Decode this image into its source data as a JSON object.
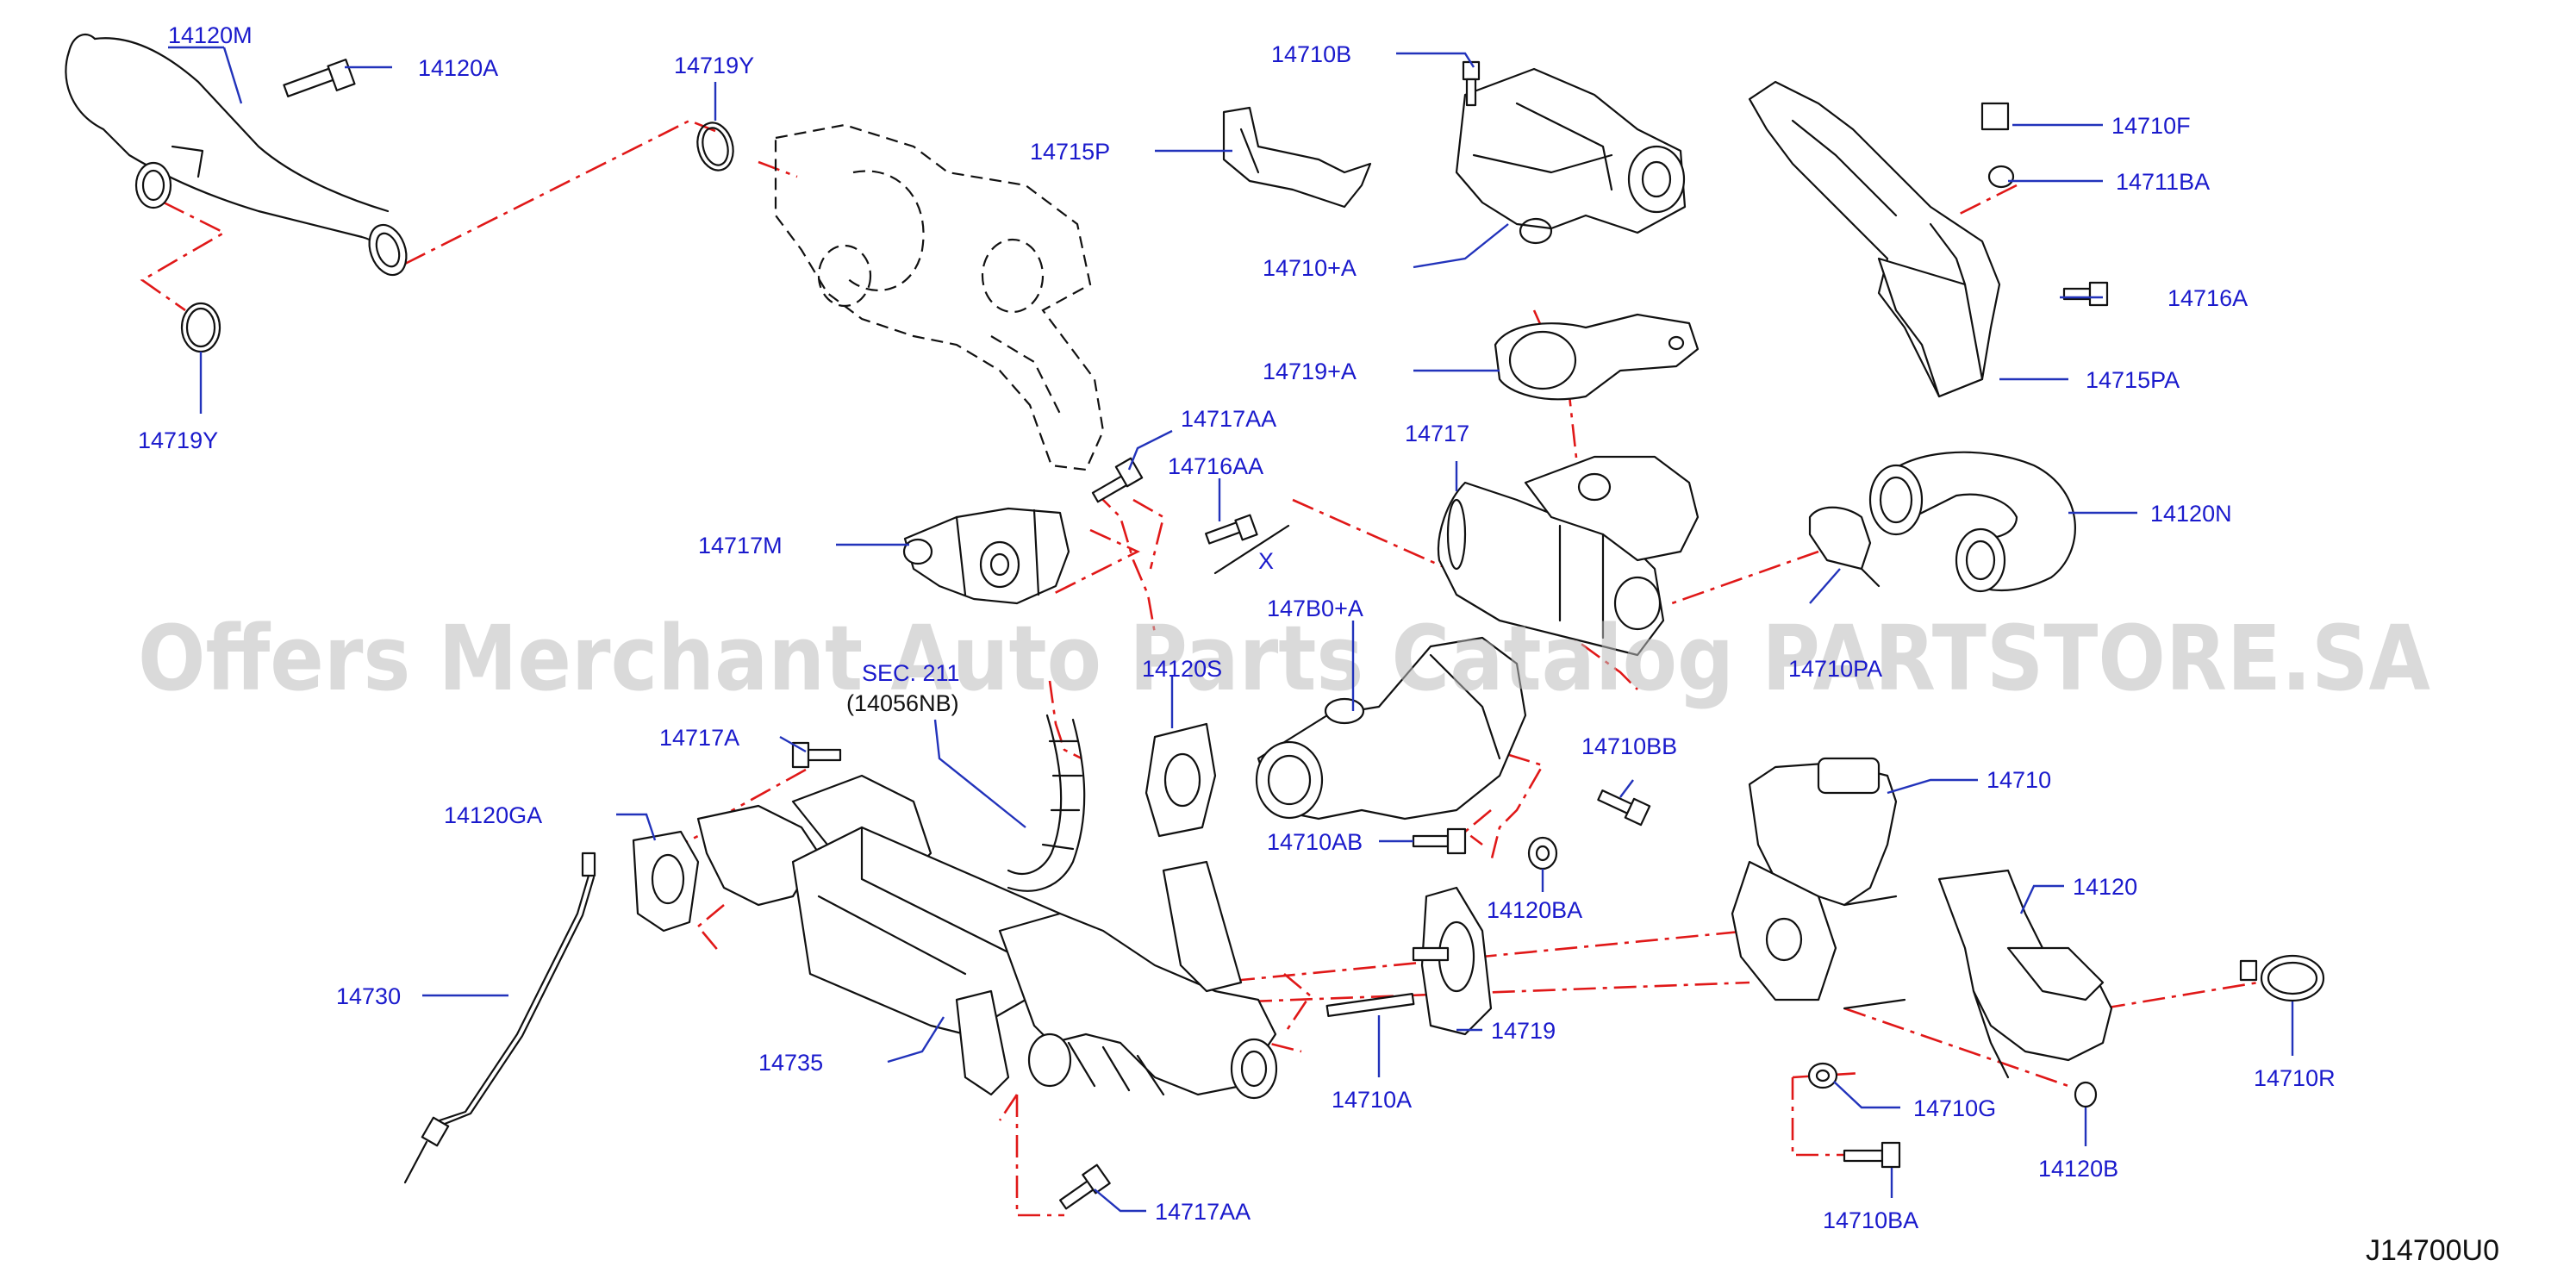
{
  "diagram": {
    "code": "J14700U0",
    "watermark": "Offers Merchant Auto Parts Catalog PARTSTORE.SA",
    "colors": {
      "label": "#1a1acc",
      "leader": "#2233bb",
      "connection": "#e01818",
      "outline": "#111111"
    },
    "labels": {
      "p14120m": "14120M",
      "p14120a": "14120A",
      "p14719y_top": "14719Y",
      "p14719y_left": "14719Y",
      "p14710b": "14710B",
      "p14715p": "14715P",
      "p14710a_plus": "14710+A",
      "p14719a_plus": "14719+A",
      "p14717": "14717",
      "p14710f": "14710F",
      "p14711ba": "14711BA",
      "p14716a": "14716A",
      "p14715pa": "14715PA",
      "p14120n": "14120N",
      "p14717aa_top": "14717AA",
      "p14716aa": "14716AA",
      "p14717m": "14717M",
      "x_mark": "X",
      "p147b0a_plus": "147B0+A",
      "p14710pa": "14710PA",
      "sec_ref": "SEC. 211",
      "sec_ref_part": "(14056NB)",
      "p14120s": "14120S",
      "p14717a": "14717A",
      "p14710bb": "14710BB",
      "p14120ga": "14120GA",
      "p14710": "14710",
      "p14710ab": "14710AB",
      "p14120ba": "14120BA",
      "p14120": "14120",
      "p14730": "14730",
      "p14719": "14719",
      "p14735": "14735",
      "p14710a": "14710A",
      "p14710g": "14710G",
      "p14710r": "14710R",
      "p14120b": "14120B",
      "p14710ba": "14710BA",
      "p14717aa_bottom": "14717AA"
    }
  }
}
